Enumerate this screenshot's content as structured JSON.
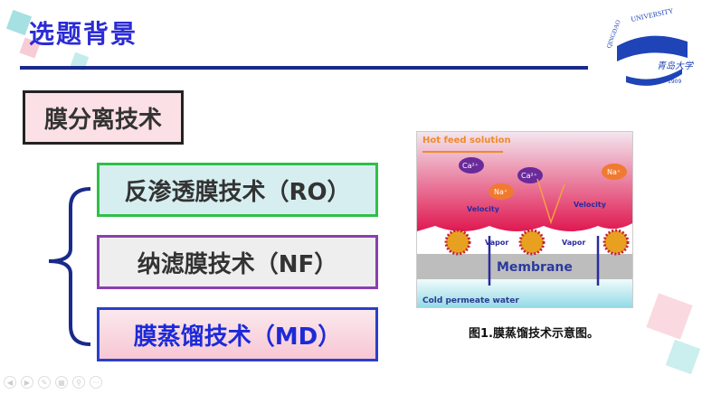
{
  "slide": {
    "title": "选题背景",
    "main_topic": "膜分离技术",
    "items": [
      {
        "label": "反渗透膜技术（RO）"
      },
      {
        "label": "纳滤膜技术（NF）"
      },
      {
        "label": "膜蒸馏技术（MD）"
      }
    ],
    "figure": {
      "hot_feed": "Hot feed solution",
      "ca": "Ca²⁺",
      "na": "Na⁺",
      "velocity": "Velocity",
      "vapor": "Vapor",
      "membrane": "Membrane",
      "cold": "Cold permeate water",
      "caption": "图1.膜蒸馏技术示意图。"
    },
    "logo": {
      "text": "QINGDAO UNIVERSITY",
      "cn": "青岛大学",
      "year": "1909"
    }
  },
  "controls": [
    "previous",
    "next",
    "pen",
    "slides",
    "zoom",
    "more"
  ],
  "colors": {
    "title": "#2b2bd6",
    "rule": "#1a2a8a",
    "accent": "#1c2ad8"
  }
}
